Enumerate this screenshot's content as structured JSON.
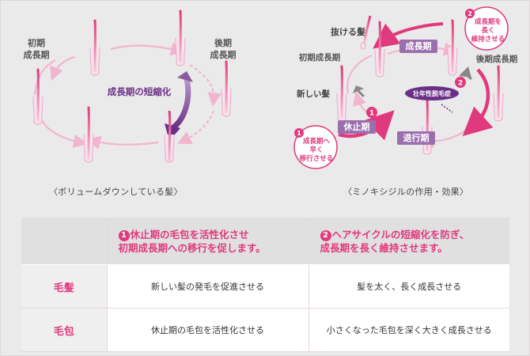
{
  "left_diagram": {
    "stage_early": [
      "初期",
      "成長期"
    ],
    "stage_late": [
      "後期",
      "成長期"
    ],
    "center_label": "成長期の短縮化",
    "caption": "〈ボリュームダウンしている髪〉"
  },
  "right_diagram": {
    "falling_hair": "抜ける髪",
    "early_growth": "初期成長期",
    "growth": "成長期",
    "late_growth": "後期成長期",
    "new_hair": "新しい髪",
    "resting": "休止期",
    "regression": "退行期",
    "hormone": "壮年性脱毛症",
    "bubble1": [
      "成長期へ",
      "早く",
      "移行させる"
    ],
    "bubble2": [
      "成長期を",
      "長く",
      "維持させる"
    ],
    "marker1": "1",
    "marker2": "2",
    "caption": "〈ミノキシジルの作用・効果〉"
  },
  "table": {
    "col1_num": "1",
    "col1_header": [
      "休止期の毛包を活性化させ",
      "初期成長期への移行を促します。"
    ],
    "col2_num": "2",
    "col2_header": [
      "ヘアサイクルの短縮化を防ぎ、",
      "成長期を長く維持させます。"
    ],
    "rows": [
      {
        "label": "毛髪",
        "c1": "新しい髪の発毛を促進させる",
        "c2": "髪を太く、長く成長させる"
      },
      {
        "label": "毛包",
        "c1": "休止期の毛包を活性化させる",
        "c2": "小さくなった毛包を深く大きく成長させる"
      }
    ]
  },
  "colors": {
    "accent": "#e0397e",
    "purple": "#8a5a9c",
    "pink_light": "#f2b5cf"
  }
}
